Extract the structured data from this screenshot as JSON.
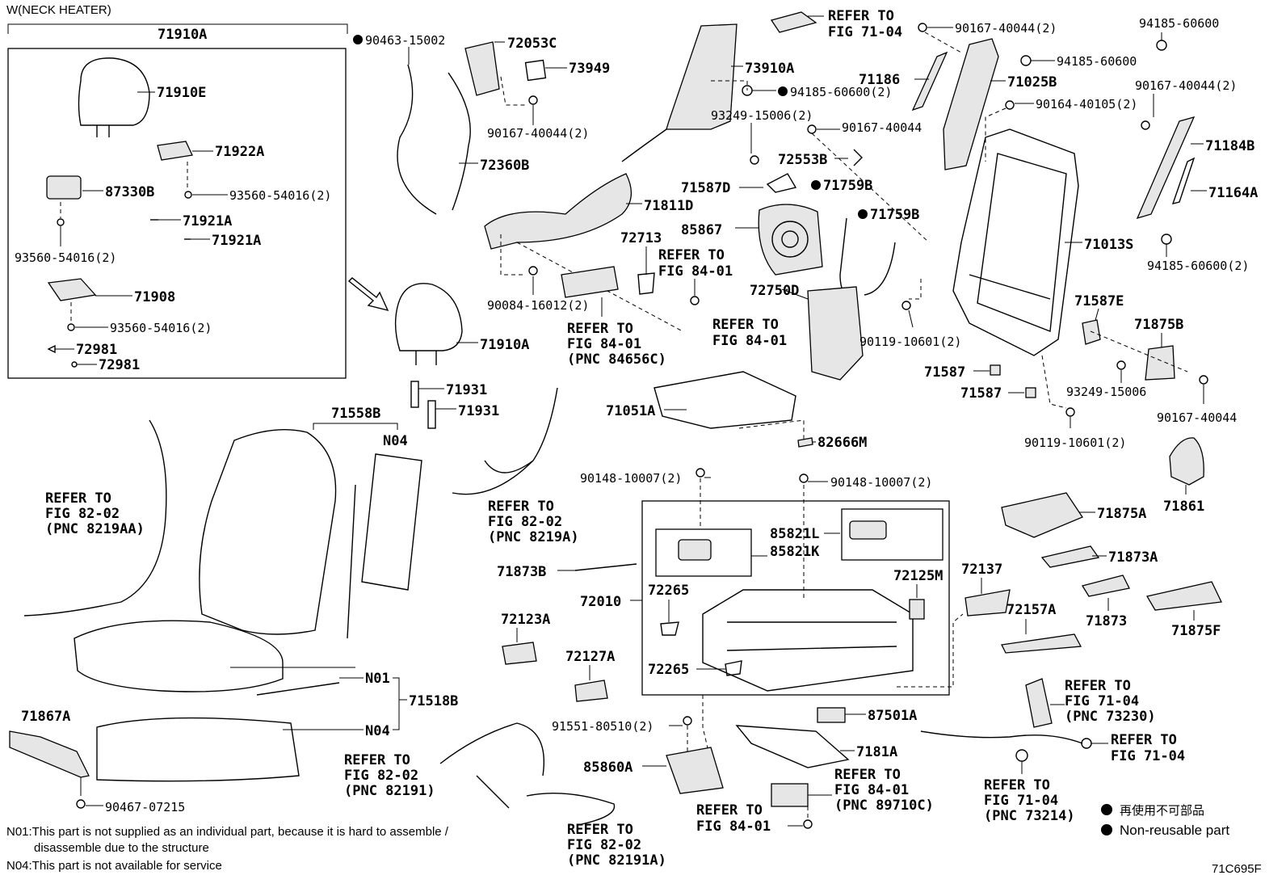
{
  "header": {
    "variant": "W(NECK HEATER)",
    "group_label": "71910A"
  },
  "labels": {
    "l71910E": "71910E",
    "l71922A": "71922A",
    "l87330B": "87330B",
    "l93560a": "93560-54016(2)",
    "l71921A1": "71921A",
    "l71921A2": "71921A",
    "l93560b": "93560-54016(2)",
    "l71908": "71908",
    "l93560c": "93560-54016(2)",
    "l72981a": "72981",
    "l72981b": "72981",
    "l90463": "90463-15002",
    "l72053C": "72053C",
    "l73949": "73949",
    "l90167a": "90167-40044(2)",
    "l72360B": "72360B",
    "l71910A2": "71910A",
    "l71931a": "71931",
    "l71931b": "71931",
    "l73910A": "73910A",
    "l94185a": "94185-60600(2)",
    "l93249a": "93249-15006(2)",
    "l90167b": "90167-40044",
    "l71811D": "71811D",
    "l72553B": "72553B",
    "l71587D": "71587D",
    "l71759Ba": "71759B",
    "l71759Bb": "71759B",
    "l85867": "85867",
    "l72713": "72713",
    "l90084": "90084-16012(2)",
    "l72750D": "72750D",
    "l71186": "71186",
    "l90167c": "90167-40044(2)",
    "l71025B": "71025B",
    "l90164": "90164-40105(2)",
    "l94185b": "94185-60600",
    "l94185c": "94185-60600",
    "l90167d": "90167-40044(2)",
    "l71184B": "71184B",
    "l71164A": "71164A",
    "l71013S": "71013S",
    "l94185d": "94185-60600(2)",
    "l90119a": "90119-10601(2)",
    "l71587a": "71587",
    "l71587b": "71587",
    "l71587E": "71587E",
    "l71875B": "71875B",
    "l93249b": "93249-15006",
    "l90167e": "90167-40044",
    "l90119b": "90119-10601(2)",
    "l71861": "71861",
    "l71558B": "71558B",
    "lN04a": "N04",
    "lN01": "N01",
    "lN04b": "N04",
    "l71518B": "71518B",
    "l71867A": "71867A",
    "l90467": "90467-07215",
    "l71051A": "71051A",
    "l82666M": "82666M",
    "l90148a": "90148-10007(2)",
    "l90148b": "90148-10007(2)",
    "l85821L": "85821L",
    "l85821K": "85821K",
    "l71873B": "71873B",
    "l72010": "72010",
    "l72265a": "72265",
    "l72265b": "72265",
    "l72125M": "72125M",
    "l72123A": "72123A",
    "l72127A": "72127A",
    "l91551": "91551-80510(2)",
    "l85860A": "85860A",
    "l87501A": "87501A",
    "l7181A": "7181A",
    "l72137": "72137",
    "l72157A": "72157A",
    "l71875A": "71875A",
    "l71873A": "71873A",
    "l71873": "71873",
    "l71875F": "71875F"
  },
  "refers": [
    {
      "key": "r1",
      "lines": [
        "REFER TO",
        "FIG 71-04"
      ]
    },
    {
      "key": "r2",
      "lines": [
        "REFER TO",
        "FIG 84-01"
      ]
    },
    {
      "key": "r3",
      "lines": [
        "REFER TO",
        "FIG 84-01",
        "(PNC 84656C)"
      ]
    },
    {
      "key": "r4",
      "lines": [
        "REFER TO",
        "FIG 84-01"
      ]
    },
    {
      "key": "r5",
      "lines": [
        "REFER TO",
        "FIG 82-02",
        "(PNC 8219AA)"
      ]
    },
    {
      "key": "r6",
      "lines": [
        "REFER TO",
        "FIG 82-02",
        "(PNC 8219A)"
      ]
    },
    {
      "key": "r7",
      "lines": [
        "REFER TO",
        "FIG 82-02",
        "(PNC 82191)"
      ]
    },
    {
      "key": "r8",
      "lines": [
        "REFER TO",
        "FIG 82-02",
        "(PNC 82191A)"
      ]
    },
    {
      "key": "r9",
      "lines": [
        "REFER TO",
        "FIG 84-01"
      ]
    },
    {
      "key": "r10",
      "lines": [
        "REFER TO",
        "FIG 84-01",
        "(PNC 89710C)"
      ]
    },
    {
      "key": "r11",
      "lines": [
        "REFER TO",
        "FIG 71-04",
        "(PNC 73230)"
      ]
    },
    {
      "key": "r12",
      "lines": [
        "REFER TO",
        "FIG 71-04"
      ]
    },
    {
      "key": "r13",
      "lines": [
        "REFER TO",
        "FIG 71-04",
        "(PNC 73214)"
      ]
    }
  ],
  "notes": {
    "n01_line1": "N01:This part is not supplied as an individual part, because it is hard to assemble /",
    "n01_line2": "disassemble due to the structure",
    "n04": "N04:This part is not available for service"
  },
  "legend": {
    "jp": "再使用不可部品",
    "en": "Non-reusable part"
  },
  "figure_id": "71C695F"
}
